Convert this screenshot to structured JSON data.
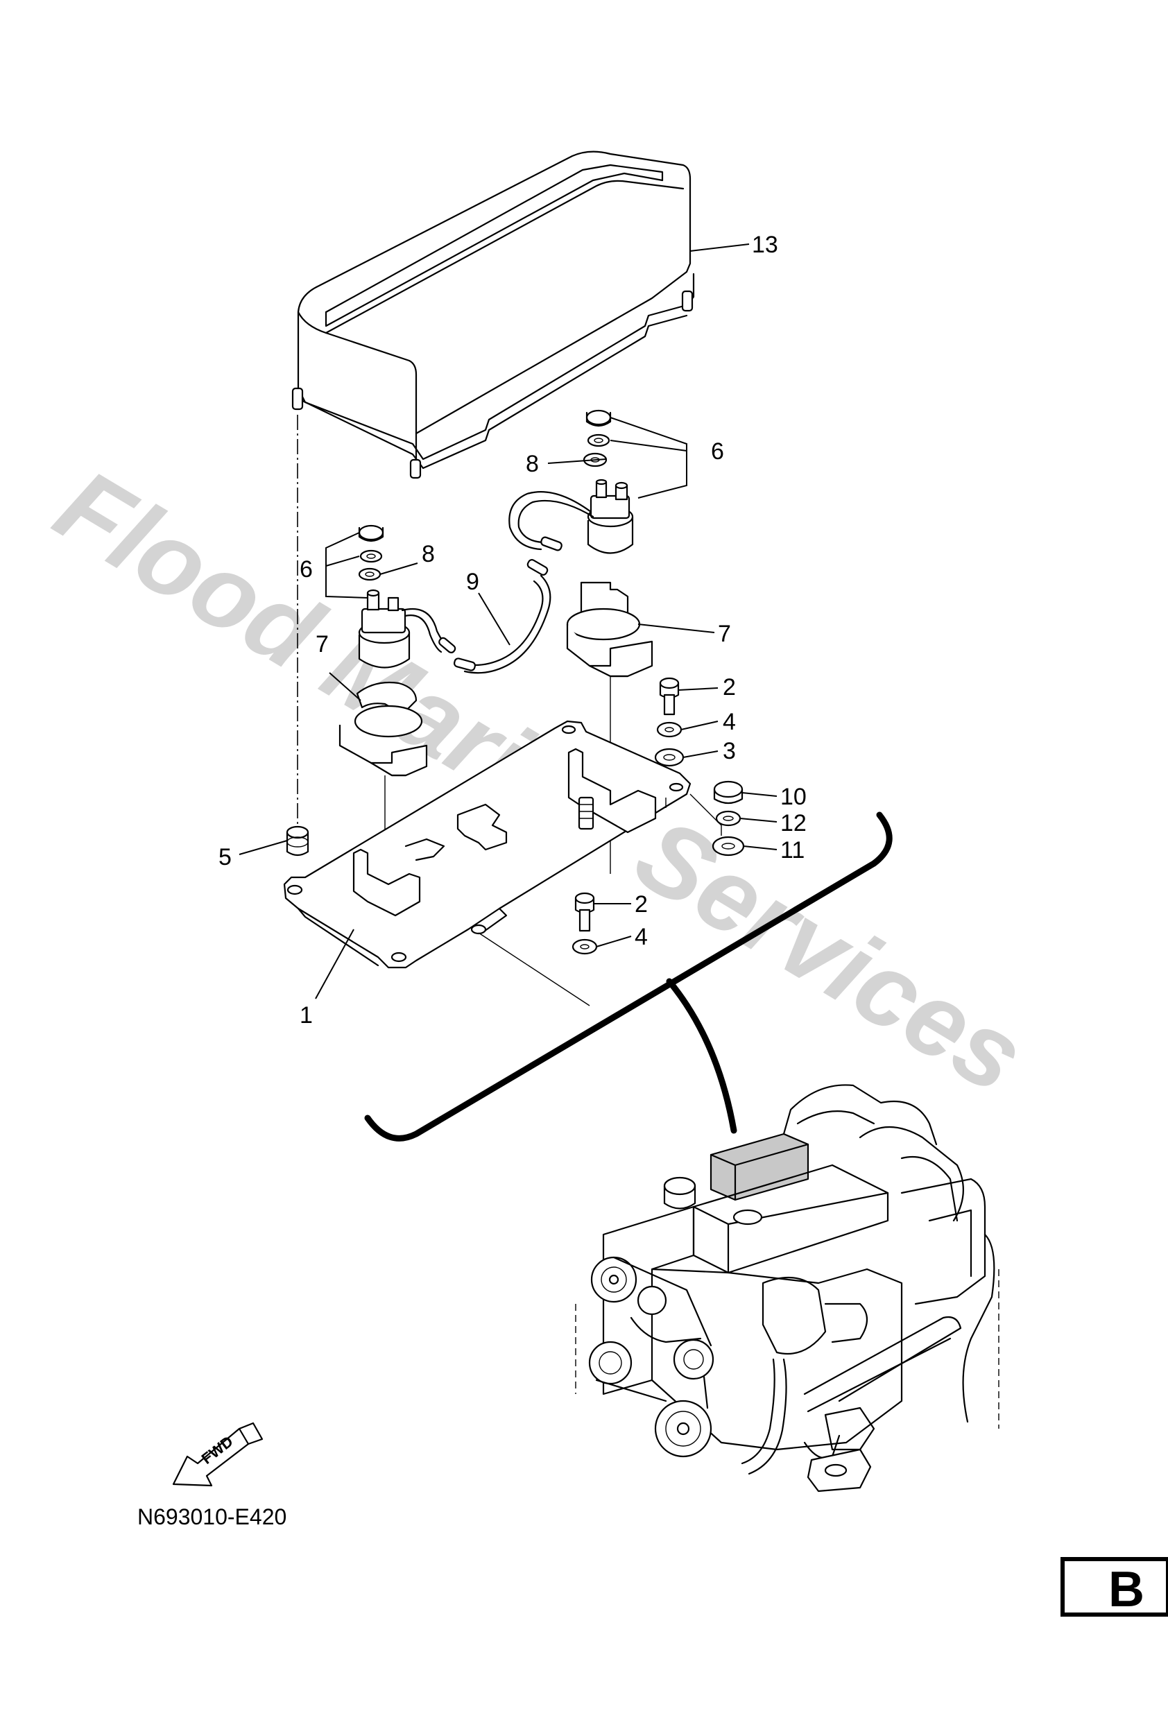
{
  "watermark": "Flood Marine Services",
  "diagram_code": "N693010-E420",
  "fwd_label": "FWD",
  "section_badge": "B",
  "callouts": [
    {
      "key": "c13",
      "label": "13"
    },
    {
      "key": "c6a",
      "label": "6"
    },
    {
      "key": "c8a",
      "label": "8"
    },
    {
      "key": "c6b",
      "label": "6"
    },
    {
      "key": "c8b",
      "label": "8"
    },
    {
      "key": "c9",
      "label": "9"
    },
    {
      "key": "c7a",
      "label": "7"
    },
    {
      "key": "c7b",
      "label": "7"
    },
    {
      "key": "c2a",
      "label": "2"
    },
    {
      "key": "c4a",
      "label": "4"
    },
    {
      "key": "c3",
      "label": "3"
    },
    {
      "key": "c10",
      "label": "10"
    },
    {
      "key": "c12",
      "label": "12"
    },
    {
      "key": "c11",
      "label": "11"
    },
    {
      "key": "c5",
      "label": "5"
    },
    {
      "key": "c2b",
      "label": "2"
    },
    {
      "key": "c4b",
      "label": "4"
    },
    {
      "key": "c1",
      "label": "1"
    }
  ]
}
